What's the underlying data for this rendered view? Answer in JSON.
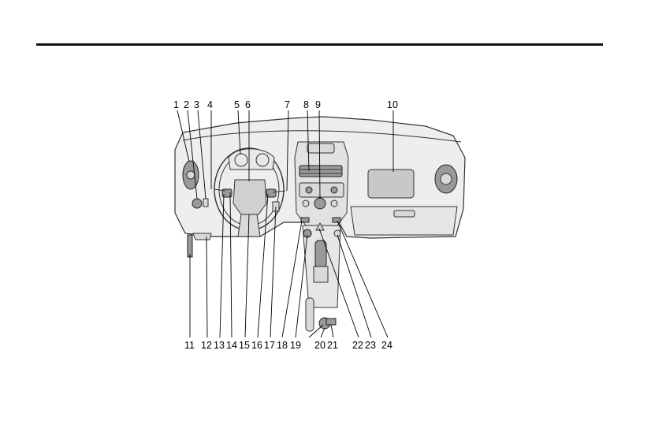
{
  "callouts_top": [
    "1",
    "2",
    "3",
    "4",
    "5",
    "6",
    "7",
    "8",
    "9",
    "10"
  ],
  "callouts_bottom": [
    "11",
    "12",
    "13",
    "14",
    "15",
    "16",
    "17",
    "18",
    "19",
    "20",
    "21",
    "22",
    "23",
    "24"
  ]
}
